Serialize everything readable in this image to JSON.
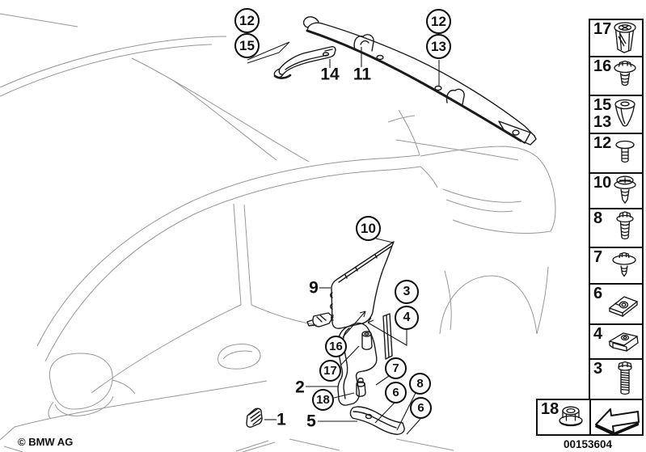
{
  "footer": {
    "copyright": "© BMW AG",
    "diagram_number": "00153604"
  },
  "callouts": [
    {
      "label": "12"
    },
    {
      "label": "15"
    },
    {
      "label": "12"
    },
    {
      "label": "13"
    },
    {
      "label": "10"
    },
    {
      "label": "3"
    },
    {
      "label": "4"
    },
    {
      "label": "16"
    },
    {
      "label": "17"
    },
    {
      "label": "18"
    },
    {
      "label": "7"
    },
    {
      "label": "6"
    },
    {
      "label": "8"
    },
    {
      "label": "6"
    }
  ],
  "part_labels": [
    {
      "label": "14"
    },
    {
      "label": "11"
    },
    {
      "label": "9"
    },
    {
      "label": "2"
    },
    {
      "label": "5"
    },
    {
      "label": "1"
    }
  ],
  "legend": {
    "items": [
      {
        "labels": [
          "17"
        ],
        "icon": "expansion-rivet"
      },
      {
        "labels": [
          "16"
        ],
        "icon": "flange-screw"
      },
      {
        "labels": [
          "15",
          "13"
        ],
        "icon": "cone-clip"
      },
      {
        "labels": [
          "12"
        ],
        "icon": "push-pin"
      },
      {
        "labels": [
          "10"
        ],
        "icon": "phillips-screw"
      },
      {
        "labels": [
          "8"
        ],
        "icon": "hex-flange-screw"
      },
      {
        "labels": [
          "7"
        ],
        "icon": "hex-washer-screw"
      },
      {
        "labels": [
          "6"
        ],
        "icon": "u-clip-nut"
      },
      {
        "labels": [
          "4"
        ],
        "icon": "u-clip-nut"
      },
      {
        "labels": [
          "3"
        ],
        "icon": "hex-bolt"
      },
      {
        "labels": [
          "18"
        ],
        "icon": "flange-nut"
      }
    ],
    "direction_icon": "direction-arrow"
  }
}
